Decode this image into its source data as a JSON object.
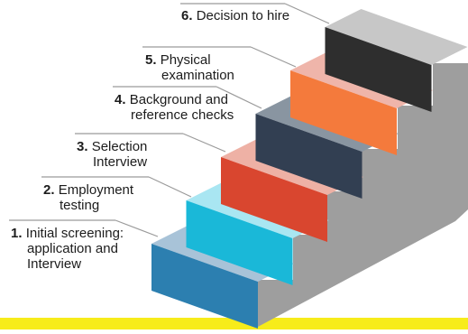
{
  "steps": [
    {
      "number": "1.",
      "lines": [
        "Initial screening:",
        "application and",
        "Interview"
      ],
      "color": "#2c7fb0",
      "top_color": "#a8c3d8"
    },
    {
      "number": "2.",
      "lines": [
        "Employment",
        "testing"
      ],
      "color": "#1ab8d8",
      "top_color": "#a9e6f2"
    },
    {
      "number": "3.",
      "lines": [
        "Selection",
        "Interview"
      ],
      "color": "#d9462f",
      "top_color": "#eeb1a5"
    },
    {
      "number": "4.",
      "lines": [
        "Background and",
        "reference checks"
      ],
      "color": "#323f52",
      "top_color": "#8995a1"
    },
    {
      "number": "5.",
      "lines": [
        "Physical",
        "examination"
      ],
      "color": "#f47a3c",
      "top_color": "#efb5aa"
    },
    {
      "number": "6.",
      "lines": [
        "Decision to hire"
      ],
      "color": "#2e2e2e",
      "top_color": "#c7c7c7"
    }
  ],
  "colors": {
    "side_face": "#9e9e9e",
    "wall_face": "#a6a6a6",
    "floor_band": "#f7ec1a",
    "leader_line": "#9a9a9a"
  }
}
